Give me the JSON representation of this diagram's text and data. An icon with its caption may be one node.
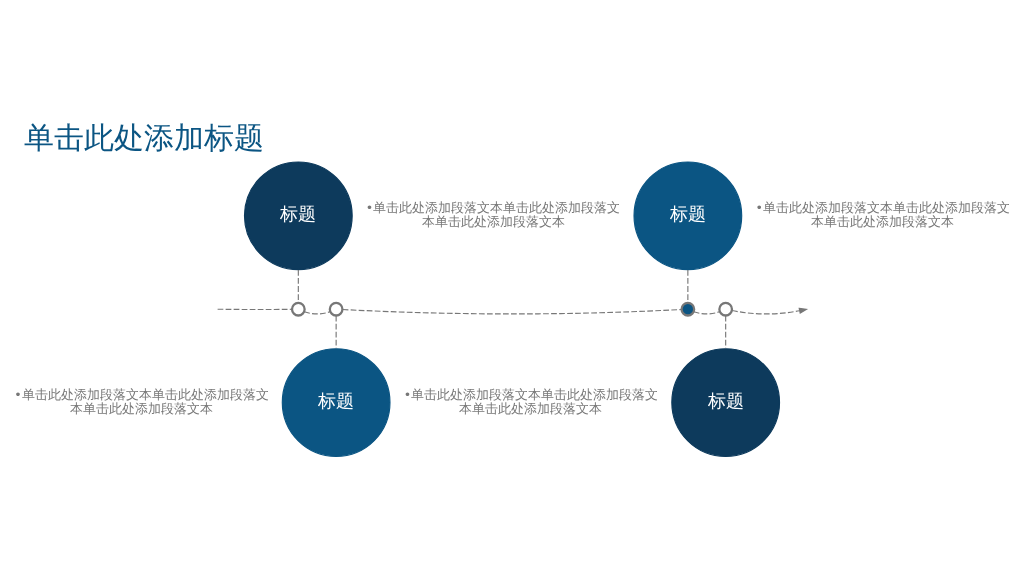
{
  "diagram": {
    "title": "单击此处添加标题",
    "nodes": [
      {
        "text": [
          "标题"
        ],
        "beside": [
          "•单击此处添加段落文本单击此处添加段落文本单击此处添加段落文本"
        ]
      },
      {
        "text": [
          "标题"
        ],
        "beside": [
          "•单击此处添加段落文本单击此处添加段落文本单击此处添加段落文本"
        ]
      },
      {
        "text": [
          "标题"
        ],
        "beside": [
          "•单击此处添加段落文本单击此处添加段落文本单击此处添加段落文本"
        ]
      },
      {
        "text": [
          "标题"
        ],
        "beside": [
          "•单击此处添加段落文本单击此处添加段落文本单击此处添加段落文本"
        ]
      },
      {
        "text": [],
        "shape": "circle"
      },
      {
        "text": [],
        "shape": "circle"
      },
      {
        "text": [],
        "shape": "circle"
      },
      {
        "text": [],
        "shape": "circle"
      }
    ],
    "edges": [
      {
        "from": 0,
        "to": 4,
        "arrow": "none",
        "style": "dashed"
      },
      {
        "from": 1,
        "to": 5,
        "arrow": "none",
        "style": "dashed"
      },
      {
        "from": 2,
        "to": 6,
        "arrow": "none",
        "style": "dashed"
      },
      {
        "from": 3,
        "to": 7,
        "arrow": "none",
        "style": "dashed"
      },
      {
        "from": null,
        "to": 4,
        "arrow": "none",
        "style": "dashed"
      },
      {
        "from": 4,
        "to": 5,
        "arrow": "none",
        "style": "dashed"
      },
      {
        "from": 5,
        "to": 6,
        "arrow": "none",
        "style": "dashed"
      },
      {
        "from": 6,
        "to": 7,
        "arrow": "none",
        "style": "dashed"
      },
      {
        "from": 7,
        "to": null,
        "arrow": "to",
        "style": "dashed"
      }
    ]
  }
}
